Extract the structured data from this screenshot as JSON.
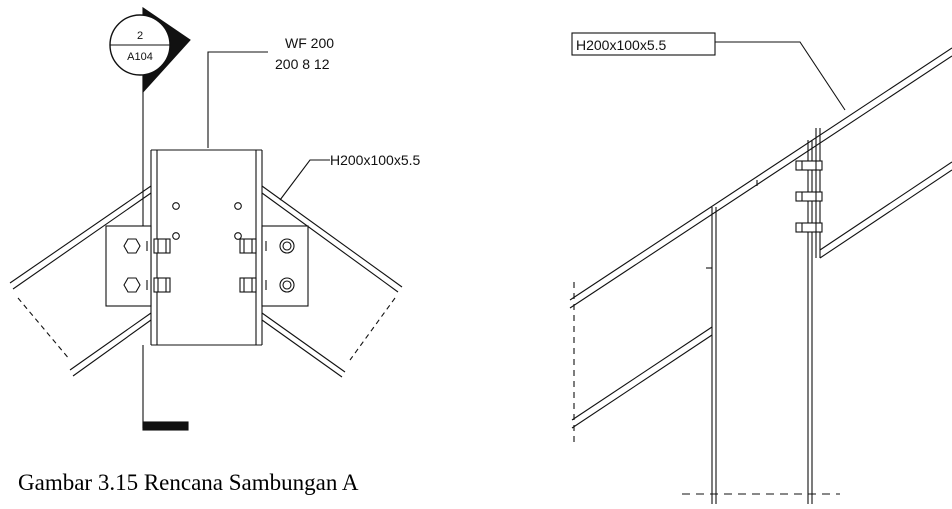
{
  "section_marker": {
    "number": "2",
    "sheet": "A104"
  },
  "labels": {
    "column": "WF 200",
    "column_dims": "200 8 12",
    "beam_left": "H200x100x5.5",
    "beam_right": "H200x100x5.5"
  },
  "caption": "Gambar 3.15 Rencana Sambungan A"
}
